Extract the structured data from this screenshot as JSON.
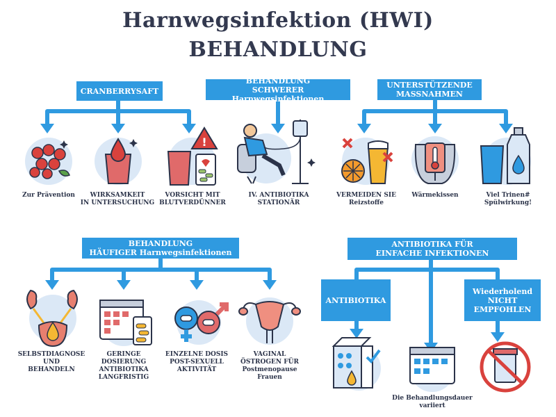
{
  "title": {
    "line1": "Harnwegsinfektion (HWI)",
    "line2": "BEHANDLUNG"
  },
  "headers": {
    "cranberry": "CRANBERRYSAFT",
    "severe": "BEHANDLUNG\nSCHWERER Harnwegsinfektionen",
    "supportive": "UNTERSTÜTZENDE\nMASSNAHMEN",
    "frequent": "BEHANDLUNG\nHÄUFIGER Harnwegsinfektionen",
    "simple": "ANTIBIOTIKA FÜR\nEINFACHE INFEKTIONEN",
    "antibiotika": "ANTIBIOTIKA",
    "repeat": "Wiederholend\nNICHT\nEMPFOHLEN"
  },
  "labels": {
    "prevention": "Zur Prävention",
    "efficacy": "WIRKSAMKEIT\nIN UNTERSUCHUNG",
    "caution": "VORSICHT MIT\nBLUTVERDÜNNER",
    "iv": "IV. ANTIBIOTIKA\nSTATIONÄR",
    "avoid": "VERMEIDEN SIE\nReizstoffe",
    "heat": "Wärmekissen",
    "drink": "Viel Trinen#\nSpülwirkung!",
    "selfdiag": "SELBSTDIAGNOSE\nUND\nBEHANDELN",
    "lowdose": "GERINGE DOSIERUNG\nANTIBIOTIKA\nLANGFRISTIG",
    "single": "EINZELNE DOSIS\nPOST-SEXUELL\nAKTIVITÄT",
    "vaginal": "VAGINAL\nÖSTROGEN FÜR\nPostmenopause\nFrauen",
    "duration": "Die Behandlungsdauer\nvariiert"
  },
  "colors": {
    "accent": "#2f9ae0",
    "light_blue": "#dbe8f6",
    "red": "#d9423d",
    "dark": "#2b3349"
  }
}
